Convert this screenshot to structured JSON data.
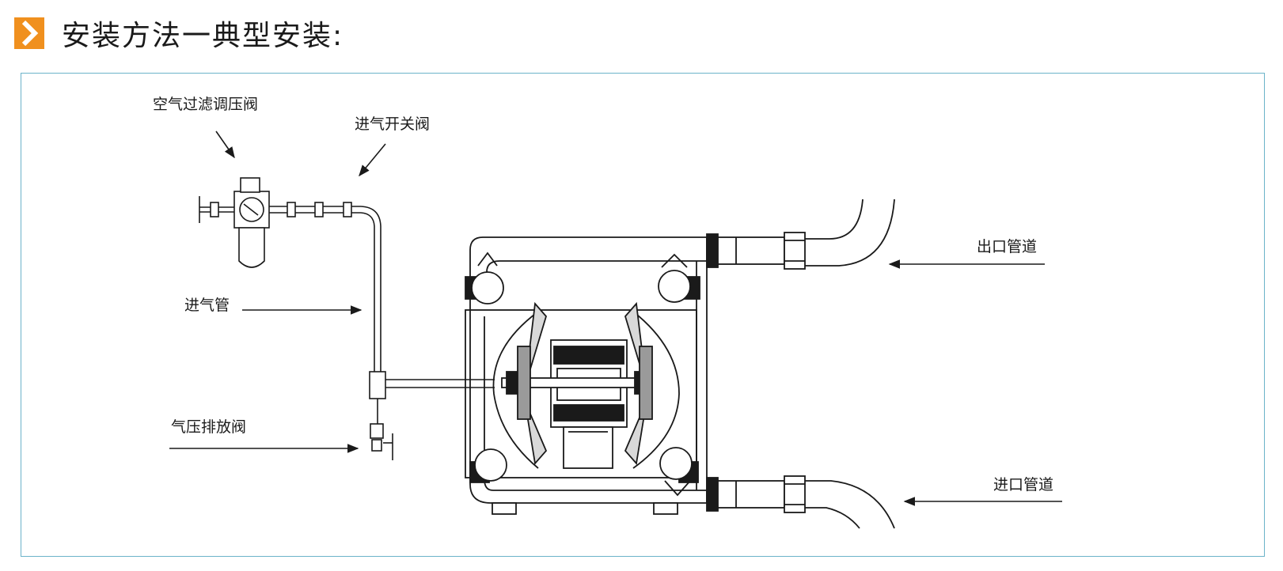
{
  "title": "安装方法一典型安装:",
  "labels": {
    "filter_regulator": "空气过滤调压阀",
    "inlet_switch_valve": "进气开关阀",
    "air_pipe": "进气管",
    "pressure_release_valve": "气压排放阀",
    "outlet_pipe": "出口管道",
    "inlet_pipe": "进口管道"
  },
  "colors": {
    "accent": "#f0901e",
    "frame": "#6bb3c9",
    "line": "#1a1a1a"
  }
}
